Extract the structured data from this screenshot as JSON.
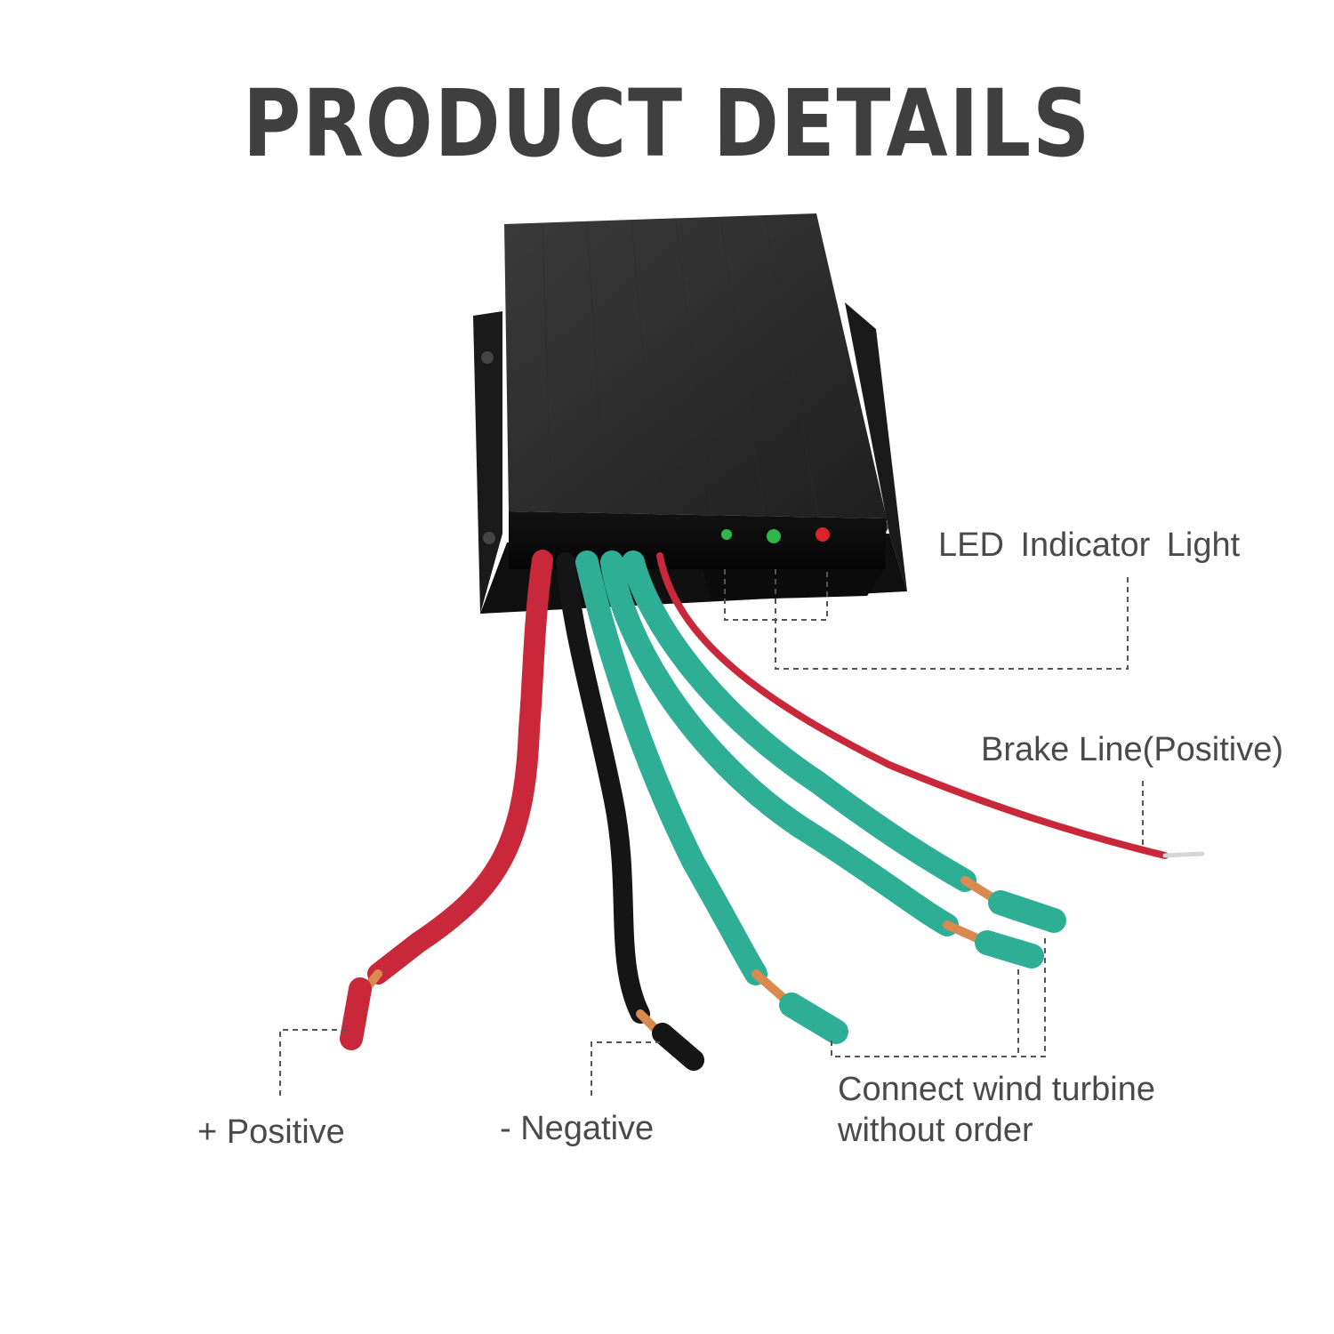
{
  "title": "PRODUCT DETAILS",
  "labels": {
    "led": "LED  Indicator  Light",
    "brake": "Brake Line(Positive)",
    "positive": "+ Positive",
    "negative": "- Negative",
    "connect_line1": "Connect wind turbine",
    "connect_line2": "without order"
  },
  "colors": {
    "title": "#3f3f3f",
    "label": "#4a4a4a",
    "housing": "#1e1e1e",
    "wire_red": "#c8283a",
    "wire_black": "#151515",
    "wire_green": "#2fae96",
    "copper": "#d98a4e",
    "led_green": "#2fb84a",
    "led_red": "#d8242a"
  }
}
